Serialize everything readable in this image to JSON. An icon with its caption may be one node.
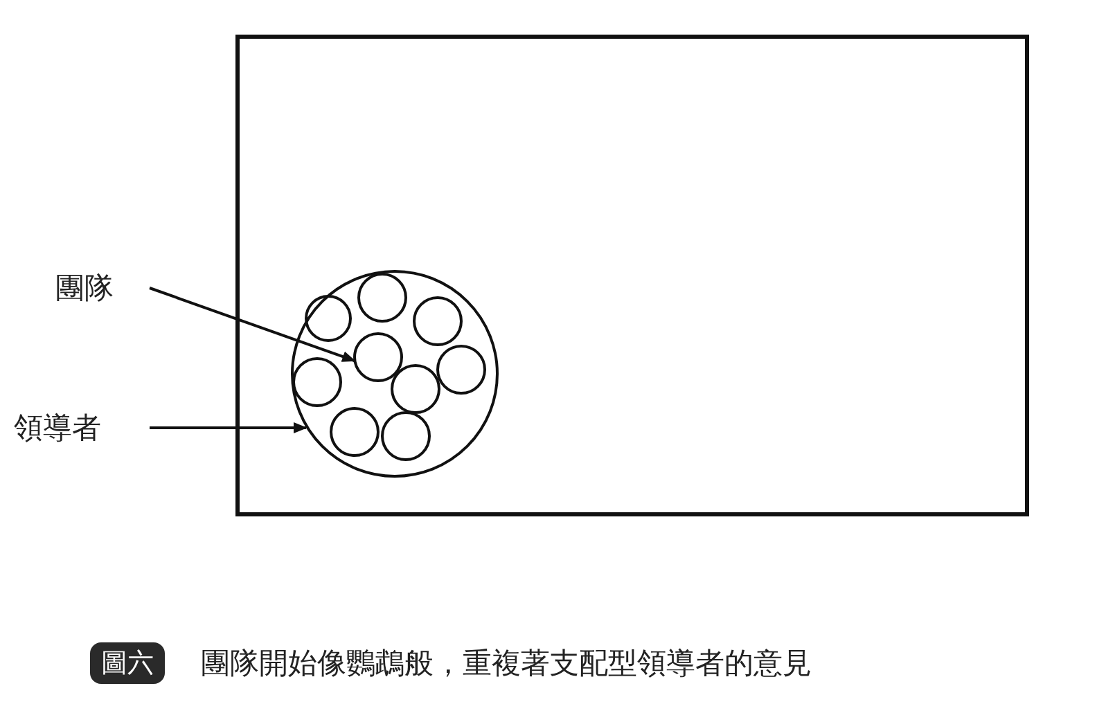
{
  "diagram": {
    "caption": "團隊開始像鸚鵡般，重複著支配型領導者的意見",
    "nodes": [
      {
        "text": [],
        "shape": "box"
      },
      {
        "text": [
          "團隊"
        ]
      },
      {
        "text": [
          "領導者"
        ]
      },
      {
        "text": [],
        "shape": "circle",
        "in": 0
      },
      {
        "text": [],
        "shape": "circle",
        "in": 3
      },
      {
        "text": [],
        "shape": "circle",
        "in": 3
      },
      {
        "text": [],
        "shape": "circle",
        "in": 3
      },
      {
        "text": [],
        "shape": "circle",
        "in": 3
      },
      {
        "text": [],
        "shape": "circle",
        "in": 3
      },
      {
        "text": [],
        "shape": "circle",
        "in": 3
      },
      {
        "text": [],
        "shape": "circle",
        "in": 3
      },
      {
        "text": [],
        "shape": "circle",
        "in": 3
      },
      {
        "text": [],
        "shape": "circle",
        "in": 3
      }
    ],
    "edges": [
      {
        "from": 1,
        "to": 7,
        "arrow": "to"
      },
      {
        "from": 2,
        "to": 3,
        "arrow": "to"
      }
    ],
    "labels": [
      "圖六"
    ]
  }
}
